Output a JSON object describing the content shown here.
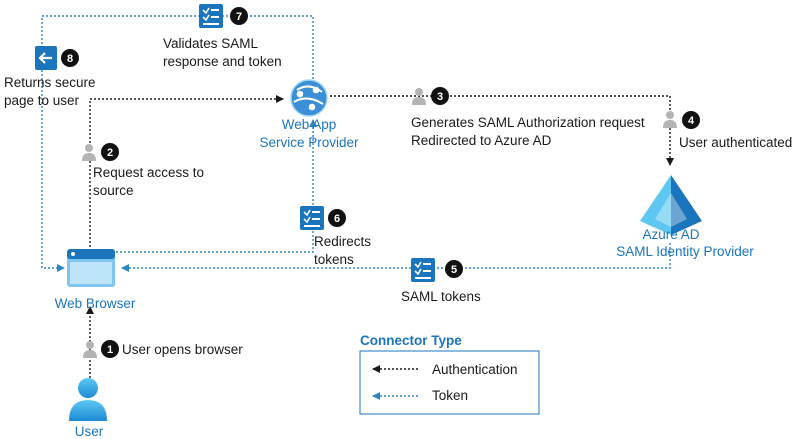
{
  "nodes": {
    "web_app": {
      "line1": "Web App",
      "line2": "Service Provider"
    },
    "azure_ad": {
      "line1": "Azure AD",
      "line2": "SAML Identity Provider"
    },
    "web_browser": {
      "label": "Web Browser"
    },
    "user": {
      "label": "User"
    }
  },
  "steps": [
    {
      "num": "1",
      "lines": [
        "User opens browser"
      ]
    },
    {
      "num": "2",
      "lines": [
        "Request access to",
        "source"
      ]
    },
    {
      "num": "3",
      "lines": [
        "Generates SAML Authorization request",
        "Redirected to Azure AD"
      ]
    },
    {
      "num": "4",
      "lines": [
        "User authenticated"
      ]
    },
    {
      "num": "5",
      "lines": [
        "SAML tokens"
      ]
    },
    {
      "num": "6",
      "lines": [
        "Redirects",
        "tokens"
      ]
    },
    {
      "num": "7",
      "lines": [
        "Validates SAML",
        "response and token"
      ]
    },
    {
      "num": "8",
      "lines": [
        "Returns secure",
        "page to user"
      ]
    }
  ],
  "legend": {
    "title": "Connector Type",
    "items": [
      {
        "label": "Authentication",
        "style": "black-dotted"
      },
      {
        "label": "Token",
        "style": "blue-dotted"
      }
    ]
  },
  "colors": {
    "auth": "#1a1a1a",
    "token": "#2e86c1",
    "accent": "#1b75bc",
    "badge": "#111111",
    "person": "#b3b3b3"
  },
  "icons": {
    "doc": "document-check-icon",
    "person": "person-icon",
    "webapp": "web-app-icon",
    "azure": "azure-ad-pyramid-icon",
    "browser": "browser-window-icon"
  }
}
